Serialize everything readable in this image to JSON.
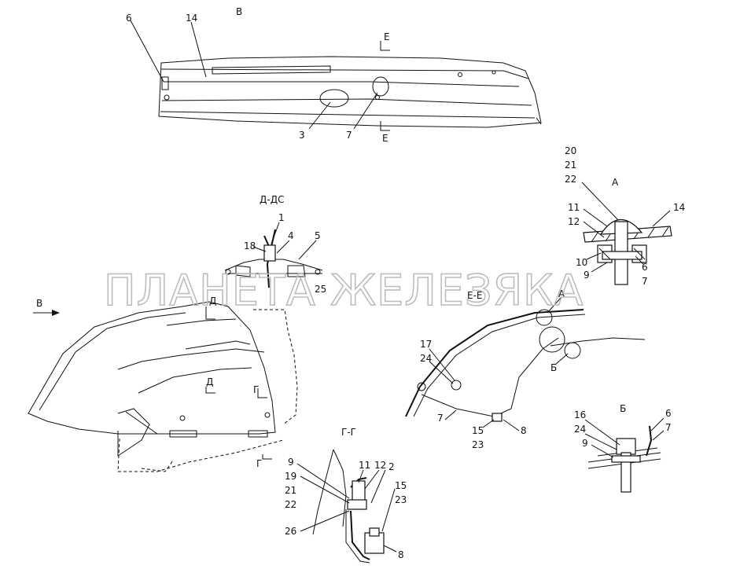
{
  "watermark": "ПЛАНЕТА ЖЕЛЕЗЯКА",
  "views": {
    "top_view": {
      "title": "В",
      "section_marks": [
        "Е",
        "Е"
      ],
      "callouts": [
        "6",
        "14",
        "3",
        "7"
      ]
    },
    "section_dd": {
      "title": "Д-ДС",
      "callouts": [
        "1",
        "18",
        "4",
        "5",
        "25"
      ]
    },
    "main_view": {
      "arrow_label": "В",
      "section_marks": [
        "Д",
        "Д",
        "Г",
        "Г"
      ]
    },
    "detail_a": {
      "title": "А",
      "callouts": [
        "20",
        "21",
        "22",
        "11",
        "12",
        "14",
        "10",
        "9",
        "6",
        "7"
      ]
    },
    "section_ee": {
      "title": "Е-Е",
      "callouts": [
        "А",
        "17",
        "24",
        "Б",
        "7",
        "15",
        "23",
        "8"
      ]
    },
    "detail_b": {
      "title": "Б",
      "callouts": [
        "16",
        "24",
        "9",
        "6",
        "7"
      ]
    },
    "section_gg": {
      "title": "Г-Г",
      "callouts": [
        "9",
        "19",
        "21",
        "22",
        "11",
        "12",
        "2",
        "15",
        "23",
        "26",
        "8"
      ]
    }
  }
}
